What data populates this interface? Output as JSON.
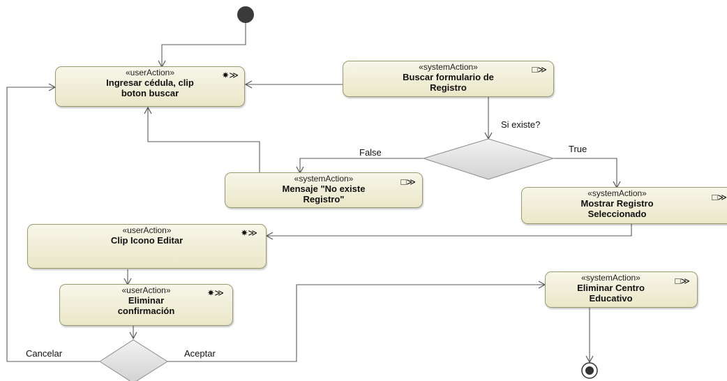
{
  "diagram": {
    "stereotypes": {
      "user": "«userAction»",
      "system": "«systemAction»"
    },
    "nodes": {
      "ingresar": "Ingresar cédula, clip\nboton buscar",
      "buscar": "Buscar formulario de\nRegistro",
      "mensaje": "Mensaje \"No existe\nRegistro\"",
      "mostrar": "Mostrar  Registro\nSeleccionado",
      "editar": "Clip Icono Editar",
      "eliminar_conf": "Eliminar\nconfirmación",
      "eliminar_centro": "Eliminar Centro\nEducativo"
    },
    "labels": {
      "si_existe": "Si existe?",
      "false": "False",
      "true": "True",
      "cancelar": "Cancelar",
      "aceptar": "Aceptar"
    },
    "icons": {
      "user_action": "actor-arrow-icon",
      "system_action": "system-arrow-icon"
    }
  }
}
